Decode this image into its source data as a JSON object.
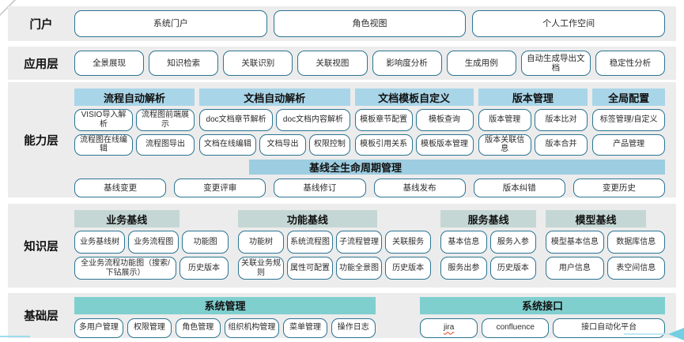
{
  "colors": {
    "band_bg": "#ececec",
    "box_border": "#2b7492",
    "capability_header_bg": "#a9d5e8",
    "baseline_band_bg": "#9dcde1",
    "knowledge_header_bg": "#c4d7d4",
    "foundation_header_bg": "#80cfcf",
    "deco_cyan": "#74cfe2",
    "spellcheck_underline": "#e0401f"
  },
  "layers": {
    "portal": {
      "label": "门户",
      "items": [
        "系统门户",
        "角色视图",
        "个人工作空间"
      ]
    },
    "application": {
      "label": "应用层",
      "items": [
        "全景展现",
        "知识检索",
        "关联识别",
        "关联视图",
        "影响度分析",
        "生成用例",
        "自动生成导出文档",
        "稳定性分析"
      ]
    },
    "capability": {
      "label": "能力层",
      "groups": [
        {
          "header": "流程自动解析",
          "row1": [
            "VISIO导入解析",
            "流程图前端展示"
          ],
          "row2": [
            "流程图在线编辑",
            "流程图导出"
          ]
        },
        {
          "header": "文档自动解析",
          "row1": [
            "doc文档章节解析",
            "doc文档内容解析"
          ],
          "row2": [
            "文档在线编辑",
            "文档导出",
            "权限控制"
          ]
        },
        {
          "header": "文档模板自定义",
          "row1": [
            "模板章节配置",
            "模板查询"
          ],
          "row2": [
            "模板引用关系",
            "模板版本管理"
          ]
        },
        {
          "header": "版本管理",
          "row1": [
            "版本管理",
            "版本比对"
          ],
          "row2": [
            "版本关联信息",
            "版本合并"
          ]
        },
        {
          "header": "全局配置",
          "row1": [
            "标签管理/自定义"
          ],
          "row2": [
            "产品管理"
          ]
        }
      ],
      "baseline": {
        "header": "基线全生命周期管理",
        "items": [
          "基线变更",
          "变更评审",
          "基线修订",
          "基线发布",
          "版本纠错",
          "变更历史"
        ]
      }
    },
    "knowledge": {
      "label": "知识层",
      "groups": [
        {
          "header": "业务基线",
          "row1": [
            "业务基线树",
            "业务流程图",
            "功能图"
          ],
          "row2": [
            "全业务流程功能图（搜索/下钻展示）",
            "历史版本"
          ]
        },
        {
          "header": "功能基线",
          "row1": [
            "功能树",
            "系统流程图",
            "子流程管理",
            "关联服务"
          ],
          "row2": [
            "关联业务规则",
            "属性可配置",
            "功能全景图",
            "历史版本"
          ]
        },
        {
          "header": "服务基线",
          "row1": [
            "基本信息",
            "服务入参"
          ],
          "row2": [
            "服务出参",
            "历史版本"
          ]
        },
        {
          "header": "模型基线",
          "row1": [
            "模型基本信息",
            "数据库信息"
          ],
          "row2": [
            "用户信息",
            "表空间信息"
          ]
        }
      ]
    },
    "foundation": {
      "label": "基础层",
      "groups": [
        {
          "header": "系统管理",
          "items": [
            "多用户管理",
            "权限管理",
            "角色管理",
            "组织机构管理",
            "菜单管理",
            "操作日志"
          ]
        },
        {
          "header": "系统接口",
          "items": [
            "jira",
            "confluence",
            "接口自动化平台"
          ]
        }
      ]
    }
  }
}
